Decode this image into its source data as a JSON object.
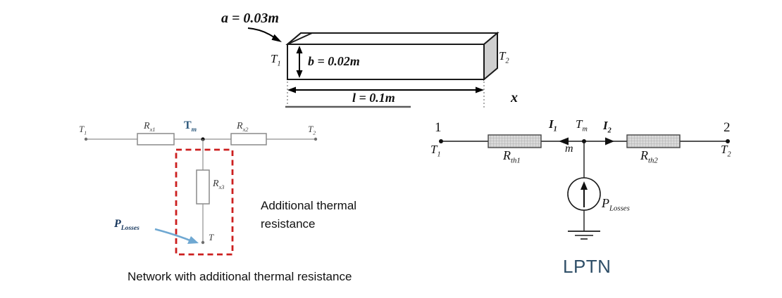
{
  "bar": {
    "a_label": "a = 0.03m",
    "b_label": "b = 0.02m",
    "l_label": "l = 0.1m",
    "x_label": "x",
    "t1": {
      "base": "T",
      "sub": "1"
    },
    "t2": {
      "base": "T",
      "sub": "2"
    }
  },
  "left_network": {
    "t1": {
      "base": "T",
      "sub": "1"
    },
    "r1": {
      "base": "R",
      "sub": "x1"
    },
    "tm": {
      "base": "T",
      "sub": "m"
    },
    "r2": {
      "base": "R",
      "sub": "x2"
    },
    "t2": {
      "base": "T",
      "sub": "2"
    },
    "r3": {
      "base": "R",
      "sub": "x3"
    },
    "p_losses": {
      "base": "P",
      "sub": "Losses"
    },
    "t_node": "T",
    "annotation": "Additional thermal resistance",
    "caption": "Network with additional thermal resistance"
  },
  "right_network": {
    "node1": "1",
    "node2": "2",
    "t1": {
      "base": "T",
      "sub": "1"
    },
    "rth1": {
      "base": "R",
      "sub": "th1"
    },
    "i1": {
      "base": "I",
      "sub": "1"
    },
    "tm": {
      "base": "T",
      "sub": "m"
    },
    "m_label": "m",
    "i2": {
      "base": "I",
      "sub": "2"
    },
    "rth2": {
      "base": "R",
      "sub": "th2"
    },
    "t2": {
      "base": "T",
      "sub": "2"
    },
    "p_losses": {
      "base": "P",
      "sub": "Losses"
    },
    "caption": "LPTN"
  },
  "colors": {
    "dashed_box": "#cc1f1f",
    "blue_arrow": "#6fa8d2",
    "tm_text": "#2e5a7d",
    "plosses_text": "#16365c",
    "lptn_text": "#2f4f68",
    "wire_gray": "#909090",
    "resistor_fill": "#d9d9d9"
  }
}
